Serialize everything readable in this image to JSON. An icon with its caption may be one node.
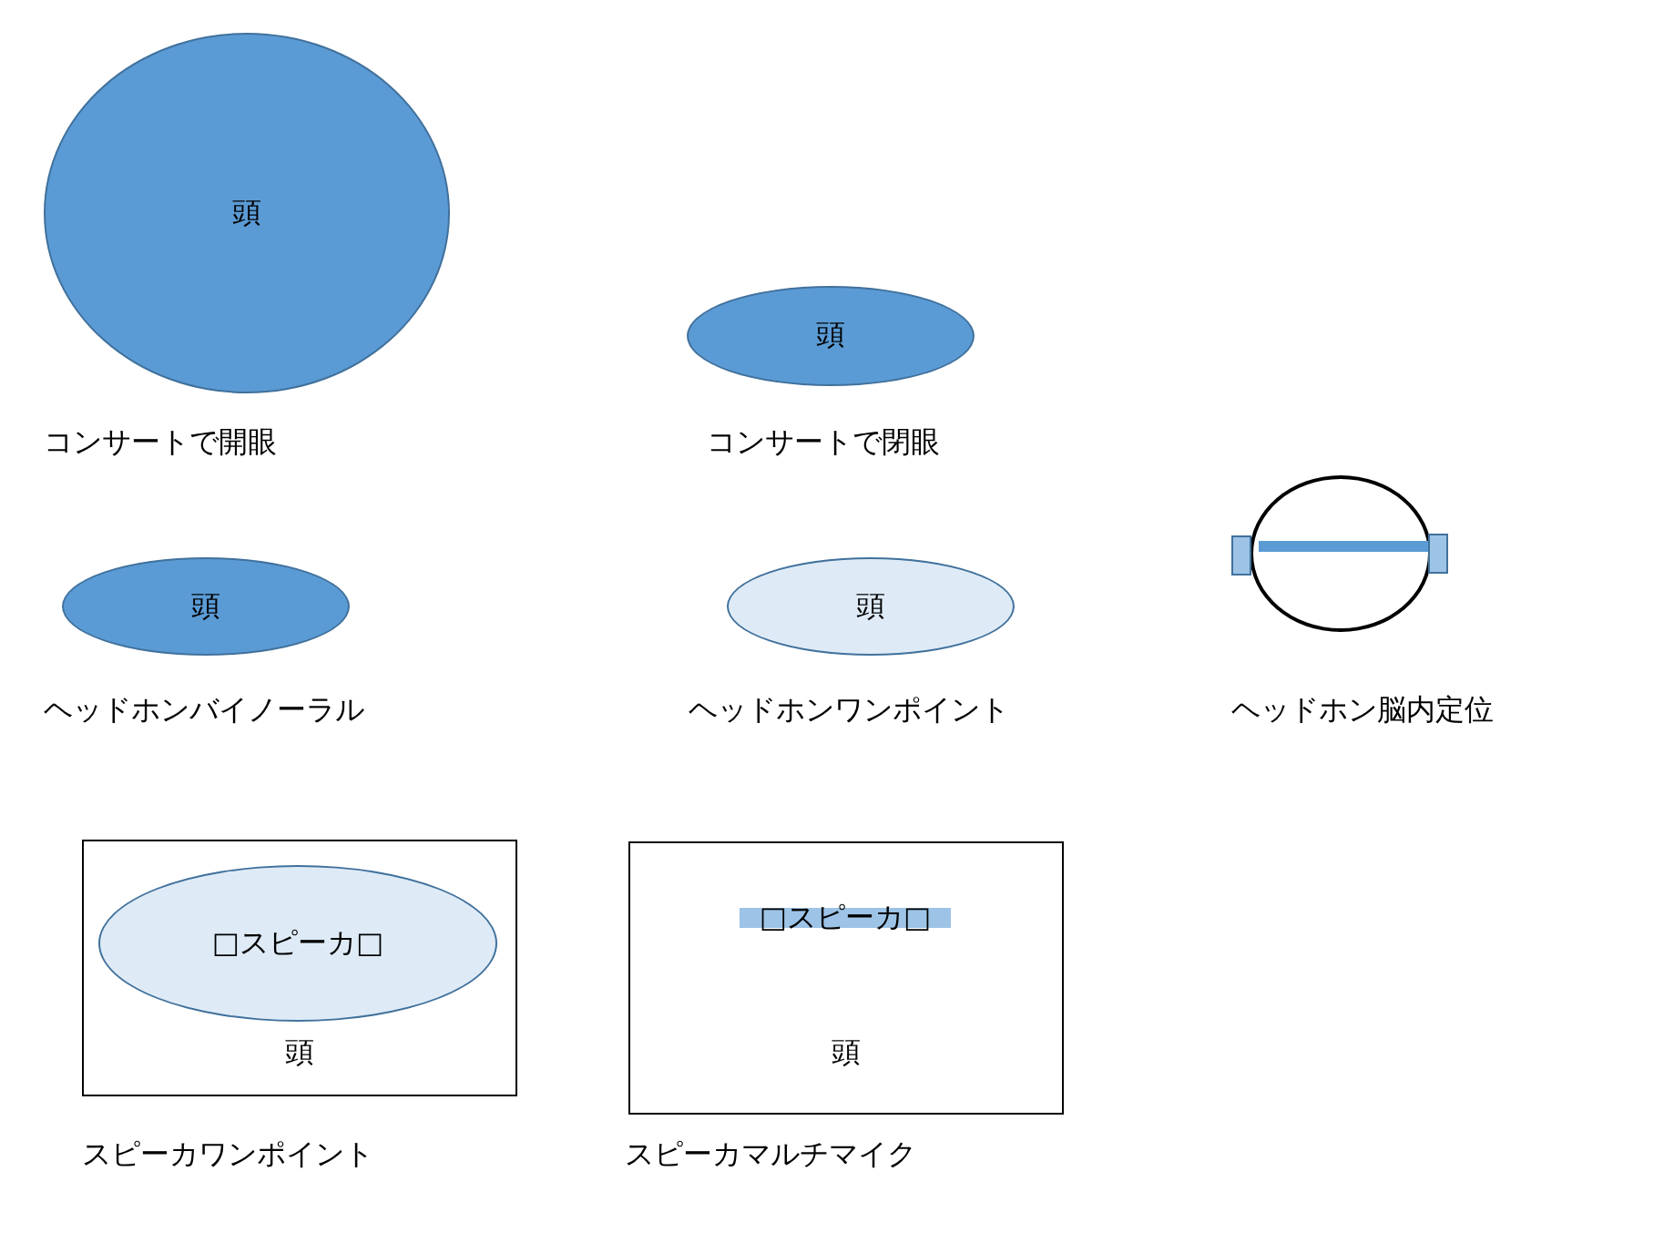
{
  "diagram": {
    "nodes": [
      {
        "text": [
          "頭"
        ],
        "beside": [
          "コンサートで開眼"
        ]
      },
      {
        "text": [
          "頭"
        ],
        "beside": [
          "コンサートで閉眼"
        ]
      },
      {
        "text": [
          "頭"
        ],
        "beside": [
          "ヘッドホンバイノーラル"
        ]
      },
      {
        "text": [
          "頭"
        ],
        "beside": [
          "ヘッドホンワンポイント"
        ]
      },
      {
        "text": [],
        "shape": "circle",
        "beside": [
          "ヘッドホン脳内定位"
        ]
      },
      {
        "text": [],
        "shape": "box"
      },
      {
        "text": [],
        "shape": "box"
      },
      {
        "text": [],
        "shape": "bar",
        "in": 4
      },
      {
        "text": [
          "頭"
        ],
        "beside": [
          "スピーカワンポイント"
        ]
      },
      {
        "text": [
          "□スピーカ□"
        ],
        "in": 8
      },
      {
        "text": [
          "頭"
        ],
        "beside": [
          "スピーカマルチマイク"
        ]
      },
      {
        "text": [
          "□スピーカ□"
        ],
        "in": 10
      }
    ],
    "edges": []
  }
}
